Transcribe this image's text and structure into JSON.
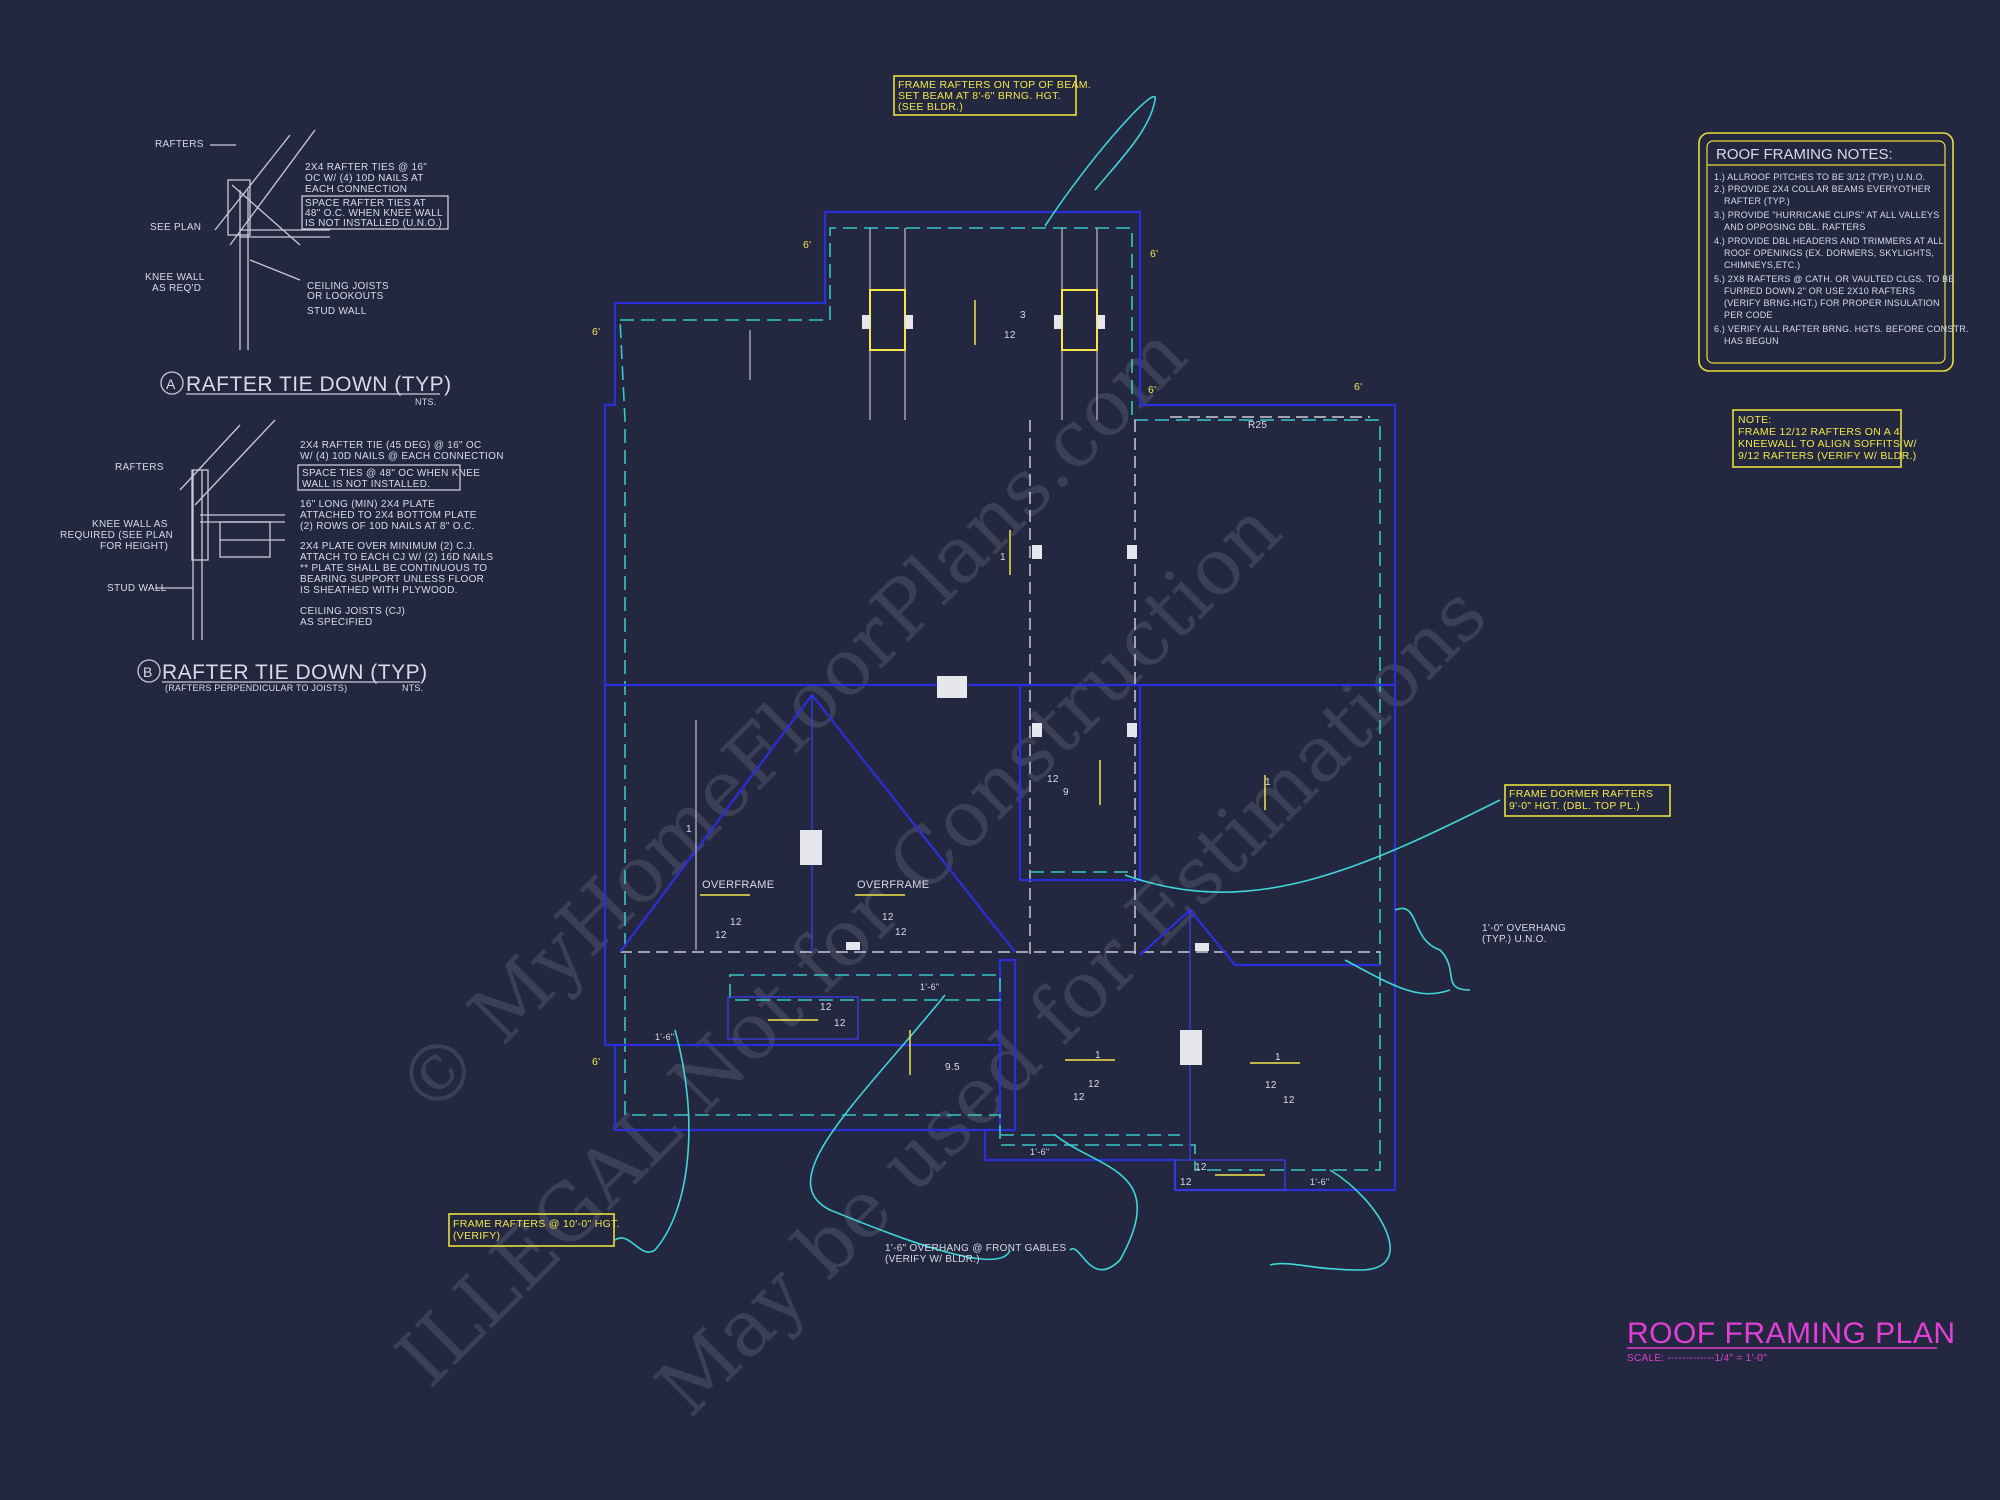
{
  "plan": {
    "title": "ROOF FRAMING PLAN",
    "scale": "SCALE: -------------1/4\" = 1'-0\""
  },
  "notes": {
    "title": "ROOF FRAMING NOTES:",
    "items": [
      "1.) ALLROOF PITCHES TO BE  3/12 (TYP.) U.N.O.",
      "2.) PROVIDE 2x4 COLLAR BEAMS EVERYOTHER",
      "RAFTER (TYP.)",
      "3.) PROVIDE \"HURRICANE CLIPS\" AT ALL VALLEYS",
      "AND OPPOSING DBL. RAFTERS",
      "4.) PROVIDE DBL HEADERS AND TRIMMERS AT ALL",
      "ROOF OPENINGS (EX. DORMERS, SKYLIGHTS,",
      "CHIMNEYS,ETC.)",
      "5.) 2x8 RAFTERS @ CATH. OR VAULTED CLGS. TO BE",
      "FURRED DOWN 2\" OR USE 2x10 RAFTERS",
      "(VERIFY BRNG.HGT.) FOR PROPER INSULATION",
      "PER CODE",
      "6.) VERIFY ALL RAFTER BRNG. HGTS. BEFORE CONSTR.",
      "HAS BEGUN"
    ]
  },
  "note_box": {
    "lines": [
      "NOTE:",
      "FRAME 12/12 RAFTERS ON A 4'",
      "KNEEWALL TO ALIGN SOFFITS W/",
      "9/12 RAFTERS (VERIFY W/ BLDR.)"
    ]
  },
  "callouts": {
    "beam": [
      "FRAME RAFTERS ON TOP OF BEAM.",
      "SET BEAM AT 8'-6\" BRNG. HGT.",
      "(SEE BLDR.)"
    ],
    "dormer": [
      "FRAME DORMER RAFTERS",
      "9'-0\" HGT. (DBL. TOP PL.)"
    ],
    "rafters10": [
      "FRAME RAFTERS @ 10'-0\" HGT.",
      "(VERIFY)"
    ],
    "overhang": [
      "1'-0\" OVERHANG",
      "(TYP.) U.N.O."
    ],
    "front_gables": [
      "1'-6\" OVERHANG @ FRONT GABLES",
      "(VERIFY W/ BLDR.)"
    ]
  },
  "detail_a": {
    "title": "RAFTER TIE DOWN (TYP)",
    "marker": "A",
    "nts": "NTS.",
    "labels": {
      "rafters": "RAFTERS",
      "see_plan": "SEE PLAN",
      "knee_wall": "KNEE WALL",
      "as_reqd": "AS REQ'D",
      "tie1": "2x4 RAFTER TIES @ 16\"",
      "tie2": "OC W/ (4) 10d NAILS AT",
      "tie3": "EACH CONNECTION",
      "space1": "SPACE RAFTER TIES AT",
      "space2": "48\" O.C. WHEN KNEE WALL",
      "space3": "IS NOT INSTALLED (U.N.O.)",
      "ceiling1": "CEILING JOISTS",
      "ceiling2": "OR LOOKOUTS",
      "stud": "STUD WALL"
    }
  },
  "detail_b": {
    "title": "RAFTER TIE DOWN (TYP)",
    "marker": "B",
    "nts": "NTS.",
    "sub": "(RAFTERS PERPENDICULAR TO JOISTS)",
    "labels": {
      "rafters": "RAFTERS",
      "knee1": "KNEE WALL AS",
      "knee2": "REQUIRED (SEE PLAN",
      "knee3": "FOR HEIGHT)",
      "stud": "STUD WALL",
      "tie1": "2x4 RAFTER TIE (45 DEG) @ 16\" OC",
      "tie2": "W/ (4) 10d NAILS @ EACH CONNECTION",
      "space1": "SPACE TIES @ 48\" OC WHEN KNEE",
      "space2": "WALL IS NOT INSTALLED.",
      "plate1": "16\" LONG (MIN) 2X4 PLATE",
      "plate2": "ATTACHED TO 2x4 BOTTOM PLATE",
      "plate3": "(2) ROWS OF 10d NAILS AT 8\" O.C.",
      "cj1": "2x4 PLATE OVER MINIMUM (2) C.J.",
      "cj2": "ATTACH TO EACH CJ W/ (2) 16d NAILS",
      "cj3": "** PLATE SHALL BE CONTINUOUS TO",
      "cj4": "BEARING SUPPORT UNLESS FLOOR",
      "cj5": "IS SHEATHED WITH PLYWOOD.",
      "cj6": "CEILING JOISTS (CJ)",
      "cj7": "AS SPECIFIED"
    }
  },
  "plan_labels": {
    "overframe": "OVERFRAME",
    "pitch12": "12",
    "pitch3": "3",
    "pitch9": "9",
    "pitch95": "9.5",
    "one": "1",
    "six": "6'",
    "eighteen": "1'-6\"",
    "r25": "R25"
  },
  "watermark": {
    "line1": "© MyHomeFloorPlans.com",
    "line2": "ILLEGAL Not for Construction",
    "line3": "May be used for Estimations"
  },
  "colors": {
    "background": "#232840",
    "wall_blue": "#2b2fd9",
    "eave_cyan": "#38c6c9",
    "callout_yellow": "#f2e64a",
    "title_magenta": "#e23fd6"
  }
}
